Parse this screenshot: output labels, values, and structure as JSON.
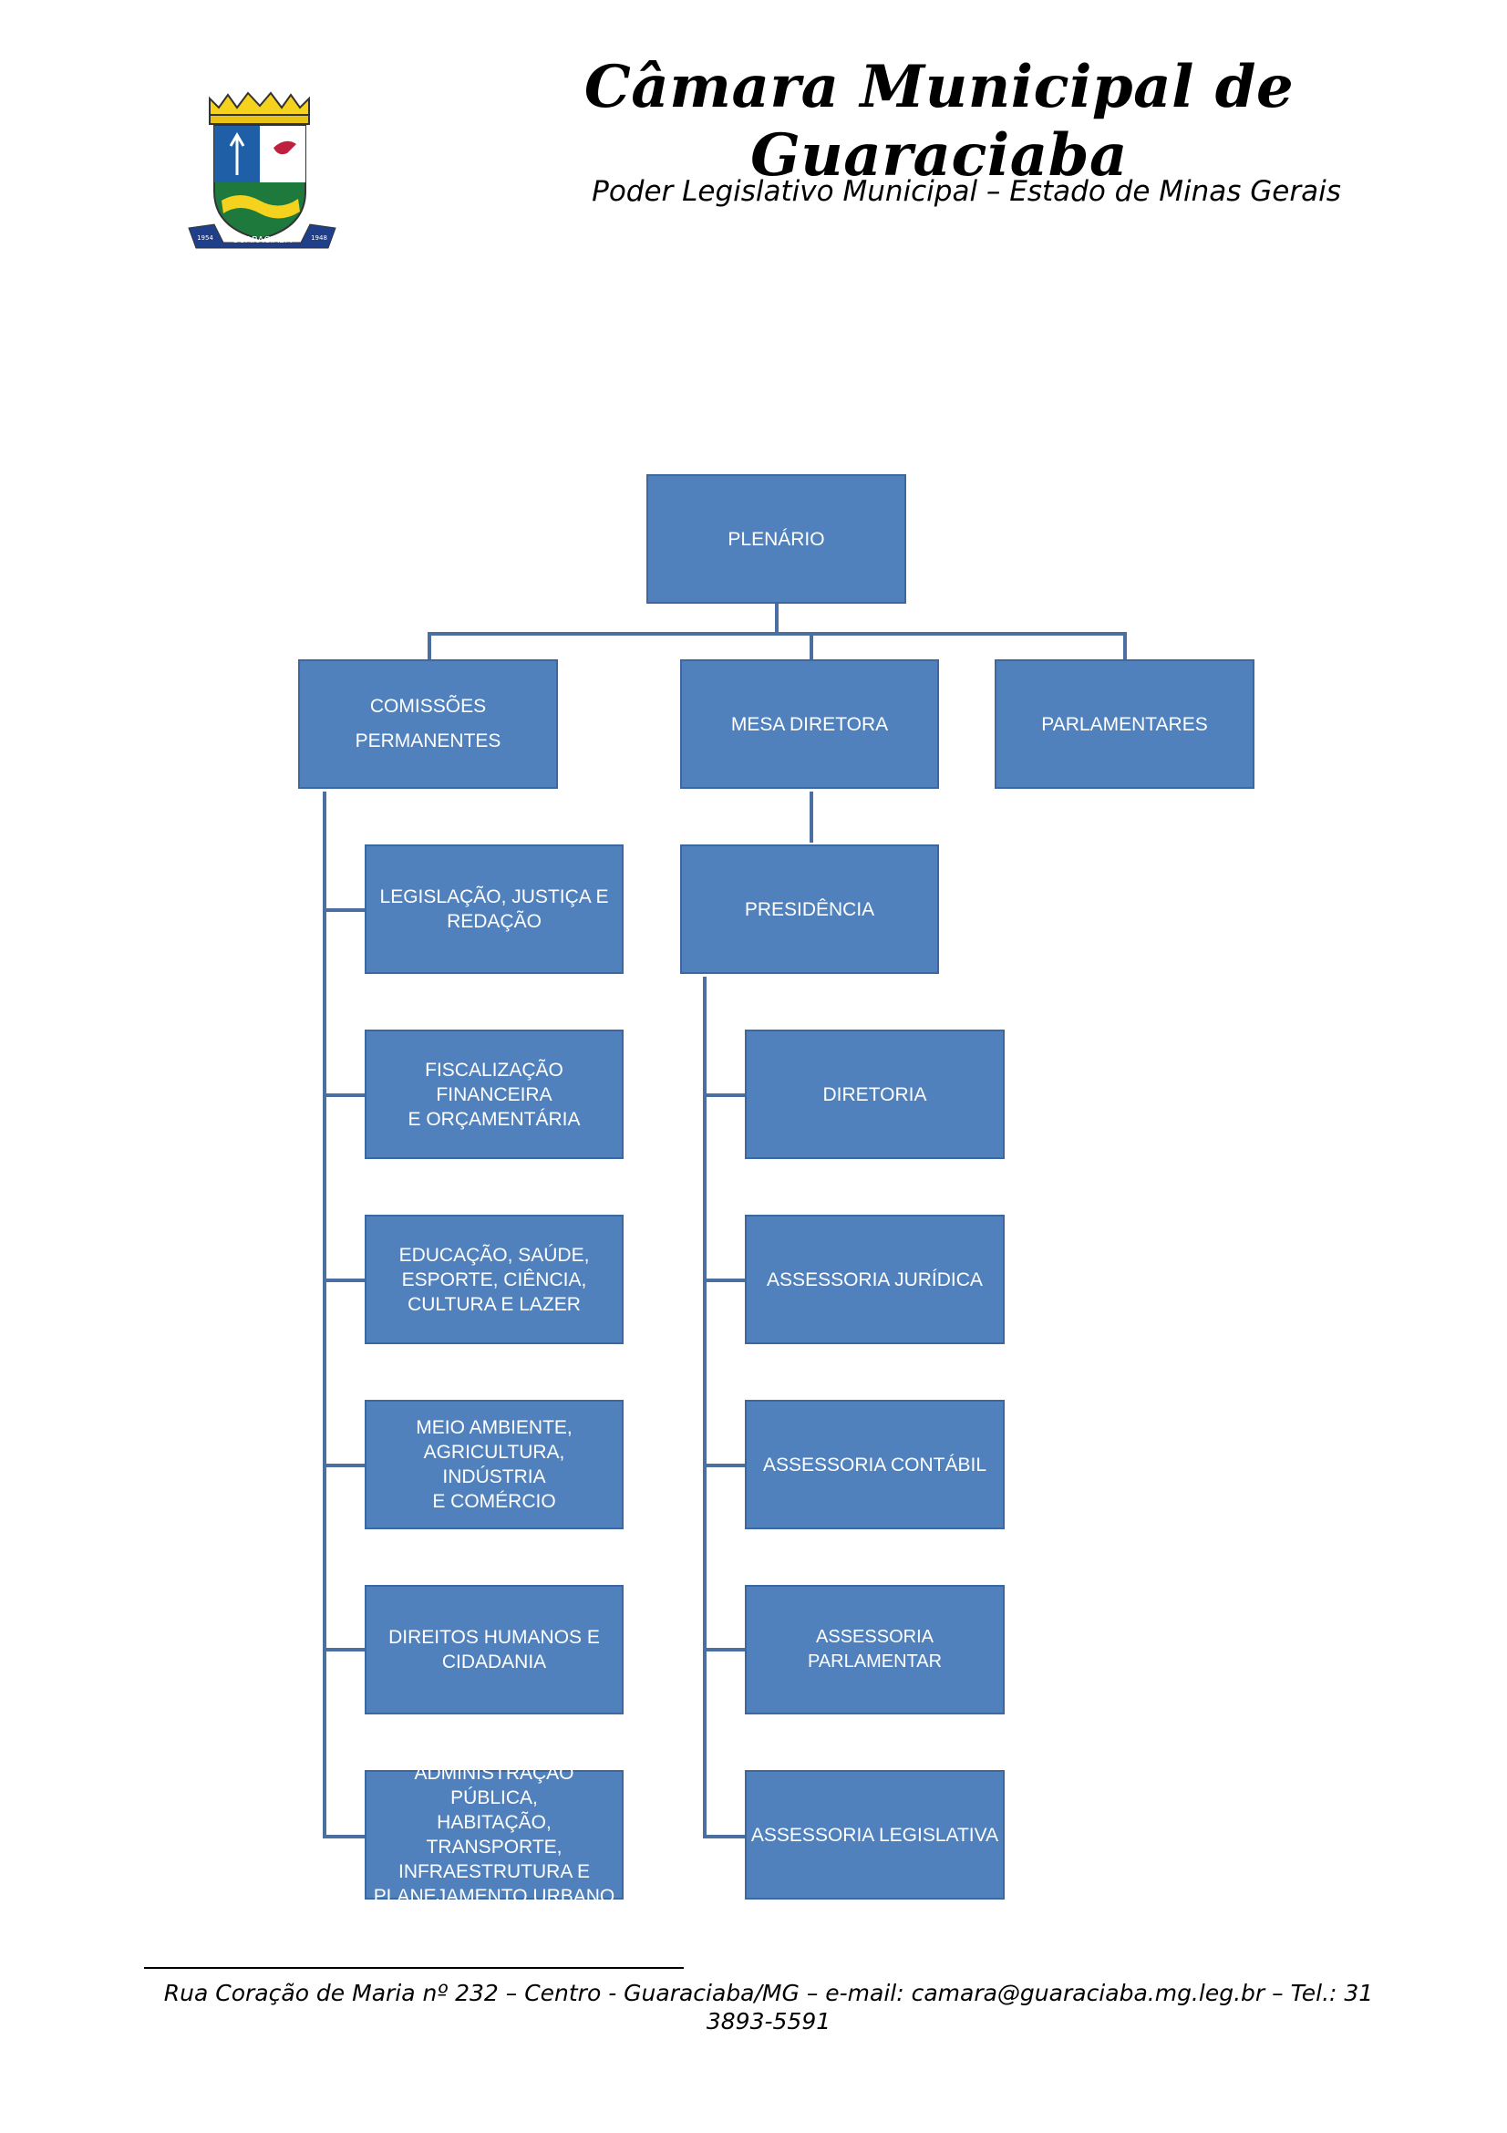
{
  "header": {
    "title": "Câmara Municipal de Guaraciaba",
    "subtitle": "Poder Legislativo Municipal – Estado de Minas Gerais",
    "logo": {
      "icon": "coat-of-arms-icon",
      "banner_text": "GUARACIABA",
      "year_left": "1954",
      "year_right": "1948"
    }
  },
  "org_chart": {
    "root": "PLENÁRIO",
    "level1": {
      "comissoes": "COMISSÕES\nPERMANENTES",
      "mesa": "MESA DIRETORA",
      "parlamentares": "PARLAMENTARES"
    },
    "presidencia": "PRESIDÊNCIA",
    "comissoes_items": [
      "LEGISLAÇÃO, JUSTIÇA E\nREDAÇÃO",
      "FISCALIZAÇÃO FINANCEIRA\nE ORÇAMENTÁRIA",
      "EDUCAÇÃO, SAÚDE,\nESPORTE, CIÊNCIA,\nCULTURA E LAZER",
      "MEIO AMBIENTE,\nAGRICULTURA, INDÚSTRIA\nE COMÉRCIO",
      "DIREITOS HUMANOS E\nCIDADANIA",
      "ADMINISTRAÇÃO PÚBLICA,\nHABITAÇÃO, TRANSPORTE,\nINFRAESTRUTURA E\nPLANEJAMENTO URBANO"
    ],
    "presidencia_items": [
      "DIRETORIA",
      "ASSESSORIA JURÍDICA",
      "ASSESSORIA CONTÁBIL",
      "ASSESSORIA PARLAMENTAR",
      "ASSESSORIA LEGISLATIVA"
    ]
  },
  "footer": {
    "address": "Rua Coração de Maria nº 232 – Centro - Guaraciaba/MG – e-mail: camara@guaraciaba.mg.leg.br – Tel.: 31 3893-5591"
  }
}
